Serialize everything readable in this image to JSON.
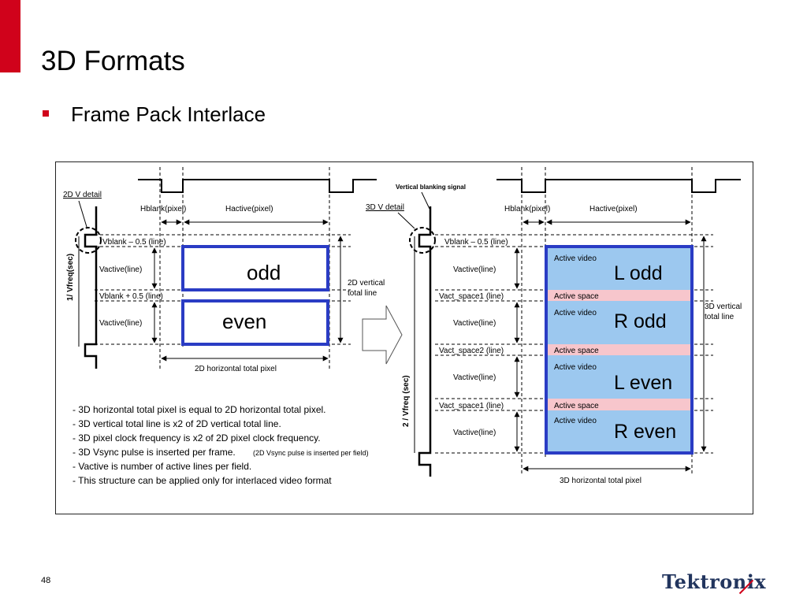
{
  "slide": {
    "title": "3D Formats",
    "bullet": "Frame Pack Interlace",
    "page_number": "48",
    "logo": "Tektronix",
    "accent_color": "#d0021b"
  },
  "left_diagram": {
    "detail_label": "2D  V detail",
    "hblank": "Hblank(pixel)",
    "hactive": "Hactive(pixel)",
    "vfreq": "1/ Vfreq(sec)",
    "vblank_minus": "Vblank – 0.5 (line)",
    "vactive1": "Vactive(line)",
    "vblank_plus": "Vblank + 0.5 (line)",
    "vactive2": "Vactive(line)",
    "odd": "odd",
    "even": "even",
    "vertical_total_1": "2D vertical",
    "vertical_total_2": "total line",
    "horizontal_total": "2D horizontal total pixel"
  },
  "right_diagram": {
    "blanking_signal": "Vertical blanking signal",
    "detail_label": "3D  V detail",
    "hblank": "Hblank(pixel)",
    "hactive": "Hactive(pixel)",
    "vfreq": "2 / Vfreq (sec)",
    "vblank": "Vblank – 0.5 (line)",
    "rows": [
      {
        "label": "Vactive(line)",
        "block_note": "Active video",
        "block_text": "L odd"
      },
      {
        "label": "Vact_space1 (line)",
        "space": "Active space"
      },
      {
        "label": "Vactive(line)",
        "block_note": "Active video",
        "block_text": "R odd"
      },
      {
        "label": "Vact_space2 (line)",
        "space": "Active space"
      },
      {
        "label": "Vactive(line)",
        "block_note": "Active video",
        "block_text": "L even"
      },
      {
        "label": "Vact_space1 (line)",
        "space": "Active space"
      },
      {
        "label": "Vactive(line)",
        "block_note": "Active video",
        "block_text": "R even"
      }
    ],
    "vertical_total_1": "3D vertical",
    "vertical_total_2": "total line",
    "horizontal_total": "3D horizontal total pixel"
  },
  "notes": [
    "- 3D horizontal total pixel is equal to 2D horizontal total pixel.",
    "- 3D vertical total line is x2 of  2D vertical total line.",
    "- 3D pixel clock frequency is x2  of 2D pixel clock frequency.",
    "- 3D Vsync pulse is inserted per frame.",
    "(2D Vsync pulse is inserted per field)",
    "- Vactive is number of active lines per field.",
    "- This structure can be applied only for interlaced video format"
  ],
  "colors": {
    "border_blue": "#2a3cc4",
    "fill_blue": "#9cc8ef",
    "space_pink": "#f7c6cc"
  }
}
